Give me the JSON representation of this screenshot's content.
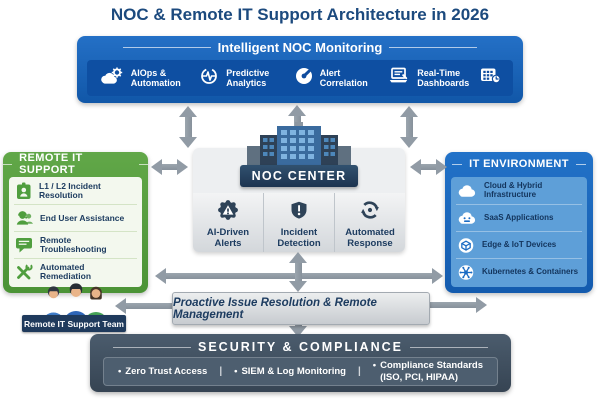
{
  "title": "NOC & Remote IT Support Architecture in 2026",
  "colors": {
    "title_text": "#1c4a7e",
    "monitoring_blue": "#1157a8",
    "support_green": "#55a040",
    "environment_blue": "#1b6cc4",
    "environment_panel": "#5e9fd8",
    "noc_navy": "#24405e",
    "security_slate": "#40505f",
    "banner_gray": "#d8dbde",
    "arrow_gray": "#919ba5",
    "label_navy": "#1d3c60"
  },
  "top_box": {
    "title": "Intelligent NOC Monitoring",
    "items": [
      {
        "label": "AIOps & Automation",
        "icon": "cloud-gear-icon"
      },
      {
        "label": "Predictive Analytics",
        "icon": "pulse-gauge-icon"
      },
      {
        "label": "Alert Correlation",
        "icon": "gauge-icon"
      },
      {
        "label": "Real-Time Dashboards",
        "icon": "laptop-icon",
        "icon_right": "dashboard-clock-icon"
      }
    ]
  },
  "left_box": {
    "title": "REMOTE IT SUPPORT",
    "items": [
      {
        "label": "L1 / L2 Incident Resolution",
        "icon": "id-badge-icon"
      },
      {
        "label": "End User Assistance",
        "icon": "headset-user-icon"
      },
      {
        "label": "Remote Troubleshooting",
        "icon": "chat-bubble-icon"
      },
      {
        "label": "Automated Remediation",
        "icon": "wrench-icon"
      }
    ]
  },
  "center": {
    "title": "NOC CENTER",
    "building_icon": "buildings-icon",
    "items": [
      {
        "label": "AI-Driven Alerts",
        "icon": "alert-badge-icon"
      },
      {
        "label": "Incident Detection",
        "icon": "shield-alert-icon"
      },
      {
        "label": "Automated Response",
        "icon": "sync-icon"
      }
    ]
  },
  "right_box": {
    "title": "IT ENVIRONMENT",
    "items": [
      {
        "label": "Cloud & Hybrid Infrastructure",
        "icon": "cloud-icon"
      },
      {
        "label": "SaaS Applications",
        "icon": "saas-cloud-icon"
      },
      {
        "label": "Edge & IoT Devices",
        "icon": "iot-cube-icon"
      },
      {
        "label": "Kubernetes & Containers",
        "icon": "kubernetes-icon"
      }
    ]
  },
  "banner": {
    "label": "Proactive Issue Resolution & Remote Management"
  },
  "team": {
    "label": "Remote IT Support Team",
    "icon": "team-icon"
  },
  "bottom_box": {
    "title": "SECURITY & COMPLIANCE",
    "bullet": "•",
    "separator": "|",
    "items": [
      {
        "label": "Zero Trust Access"
      },
      {
        "label": "SIEM & Log Monitoring"
      },
      {
        "label": "Compliance Standards",
        "label2": "(ISO, PCI, HIPAA)"
      }
    ]
  }
}
